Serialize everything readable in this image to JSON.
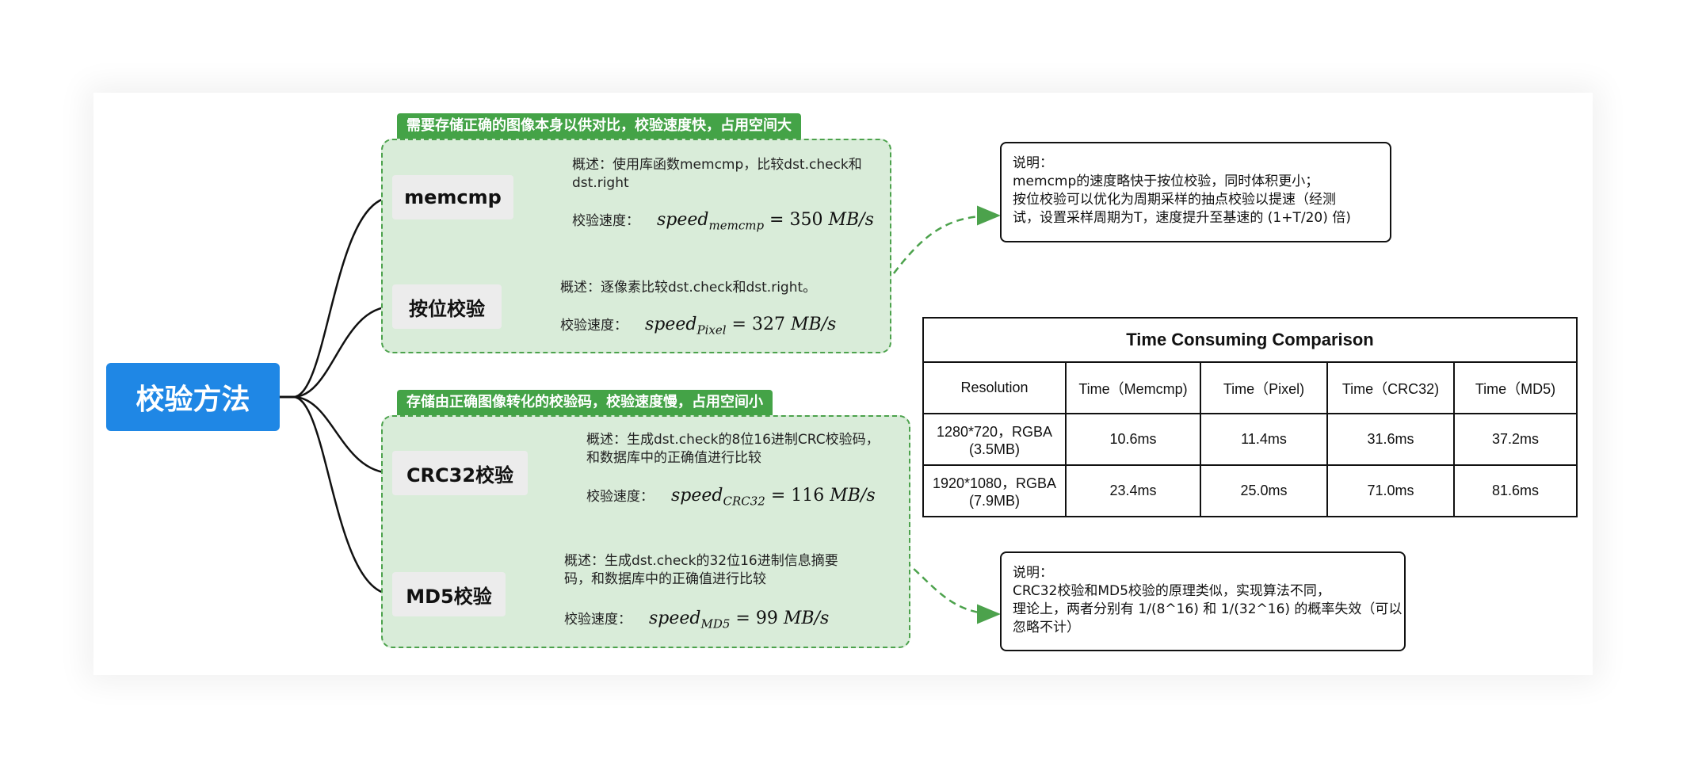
{
  "root": {
    "label": "校验方法"
  },
  "groups": [
    {
      "label": "需要存储正确的图像本身以供对比，校验速度快，占用空间大",
      "methods": [
        {
          "name": "memcmp",
          "desc_lines": [
            "概述：使用库函数memcmp，比较dst.check和",
            "dst.right"
          ],
          "speed_label": "校验速度：",
          "formula": {
            "prefix": "speed",
            "subscript": "memcmp",
            "value": "350",
            "unit": "MB/s"
          }
        },
        {
          "name": "按位校验",
          "desc_lines": [
            "概述：逐像素比较dst.check和dst.right。"
          ],
          "speed_label": "校验速度：",
          "formula": {
            "prefix": "speed",
            "subscript": "Pixel",
            "value": "327",
            "unit": "MB/s"
          }
        }
      ]
    },
    {
      "label": "存储由正确图像转化的校验码，校验速度慢，占用空间小",
      "methods": [
        {
          "name": "CRC32校验",
          "desc_lines": [
            "概述：生成dst.check的8位16进制CRC校验码，",
            "和数据库中的正确值进行比较"
          ],
          "speed_label": "校验速度：",
          "formula": {
            "prefix": "speed",
            "subscript": "CRC32",
            "value": "116",
            "unit": "MB/s"
          }
        },
        {
          "name": "MD5校验",
          "desc_lines": [
            "概述：生成dst.check的32位16进制信息摘要",
            "码，和数据库中的正确值进行比较"
          ],
          "speed_label": "校验速度：",
          "formula": {
            "prefix": "speed",
            "subscript": "MD5",
            "value": "99",
            "unit": "MB/s"
          }
        }
      ]
    }
  ],
  "notes": [
    {
      "lines": [
        "说明：",
        "memcmp的速度略快于按位校验，同时体积更小；",
        "按位校验可以优化为周期采样的抽点校验以提速（经测",
        "试，设置采样周期为T，速度提升至基速的 (1+T/20) 倍)"
      ]
    },
    {
      "lines": [
        "说明：",
        "CRC32校验和MD5校验的原理类似，实现算法不同，",
        "理论上，两者分别有 1/(8^16) 和 1/(32^16) 的概率失效（可以",
        "忽略不计）"
      ]
    }
  ],
  "table": {
    "title": "Time Consuming Comparison",
    "headers": [
      "Resolution",
      "Time（Memcmp)",
      "Time（Pixel)",
      "Time（CRC32)",
      "Time（MD5)"
    ],
    "rows": [
      {
        "resolution": [
          "1280*720，RGBA",
          "(3.5MB)"
        ],
        "values": [
          "10.6ms",
          "11.4ms",
          "31.6ms",
          "37.2ms"
        ]
      },
      {
        "resolution": [
          "1920*1080，RGBA",
          "(7.9MB)"
        ],
        "values": [
          "23.4ms",
          "25.0ms",
          "71.0ms",
          "81.6ms"
        ]
      }
    ]
  },
  "colors": {
    "root": "#1f87e5",
    "group_fill": "#d9ecd9",
    "group_border": "#4ca24c",
    "group_label": "#44a347",
    "node_fill": "#ececec",
    "arrow": "#4ca24c"
  }
}
